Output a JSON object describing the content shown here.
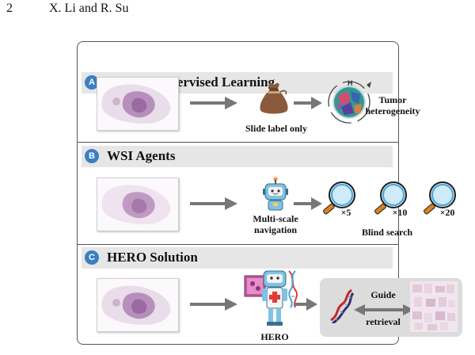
{
  "header": {
    "page_number": "2",
    "authors": "X. Li and R. Su"
  },
  "panels": [
    {
      "badge": "A",
      "title": "Weakly-Supervised Learning",
      "middle_label": "Slide label only",
      "right_label_1": "Tumor",
      "right_label_2": "heterogeneity",
      "right_icon_text": "H"
    },
    {
      "badge": "B",
      "title": "WSI Agents",
      "middle_label_1": "Multi-scale",
      "middle_label_2": "navigation",
      "zoom_levels": [
        "×5",
        "×10",
        "×20"
      ],
      "right_label": "Blind search"
    },
    {
      "badge": "C",
      "title": "HERO Solution",
      "middle_label": "HERO",
      "guide_label": "Guide",
      "retrieval_label": "retrieval"
    }
  ],
  "colors": {
    "badge": "#3b7fc2",
    "header_bg": "#e6e6e6",
    "arrow": "#777777",
    "bag": "#8a5a3c",
    "magnifier": "#4aa3d6",
    "handle": "#d6831f",
    "robot": "#7ec3e6"
  }
}
